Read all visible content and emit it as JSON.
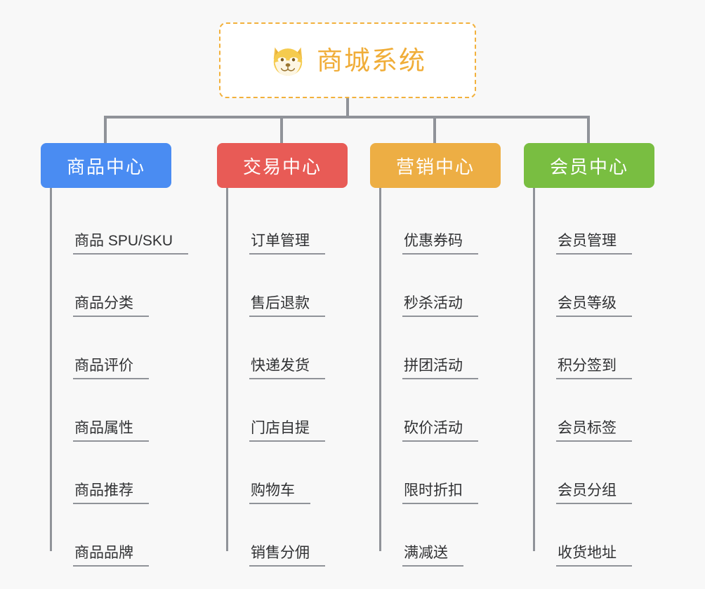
{
  "page": {
    "background_color": "#F8F8F8",
    "line_color": "#909399",
    "text_color": "#303133"
  },
  "root": {
    "title": "商城系统",
    "icon": "shiba-dog-icon",
    "accent_color": "#F0AD38",
    "border_style": "dashed",
    "background_color": "#FFFFFF"
  },
  "categories": [
    {
      "label": "商品中心",
      "color": "#4A8CF2",
      "items": [
        "商品 SPU/SKU",
        "商品分类",
        "商品评价",
        "商品属性",
        "商品推荐",
        "商品品牌"
      ]
    },
    {
      "label": "交易中心",
      "color": "#E85B56",
      "items": [
        "订单管理",
        "售后退款",
        "快递发货",
        "门店自提",
        "购物车",
        "销售分佣"
      ]
    },
    {
      "label": "营销中心",
      "color": "#EDAE44",
      "items": [
        "优惠券码",
        "秒杀活动",
        "拼团活动",
        "砍价活动",
        "限时折扣",
        "满减送"
      ]
    },
    {
      "label": "会员中心",
      "color": "#79BE41",
      "items": [
        "会员管理",
        "会员等级",
        "积分签到",
        "会员标签",
        "会员分组",
        "收货地址"
      ]
    }
  ]
}
